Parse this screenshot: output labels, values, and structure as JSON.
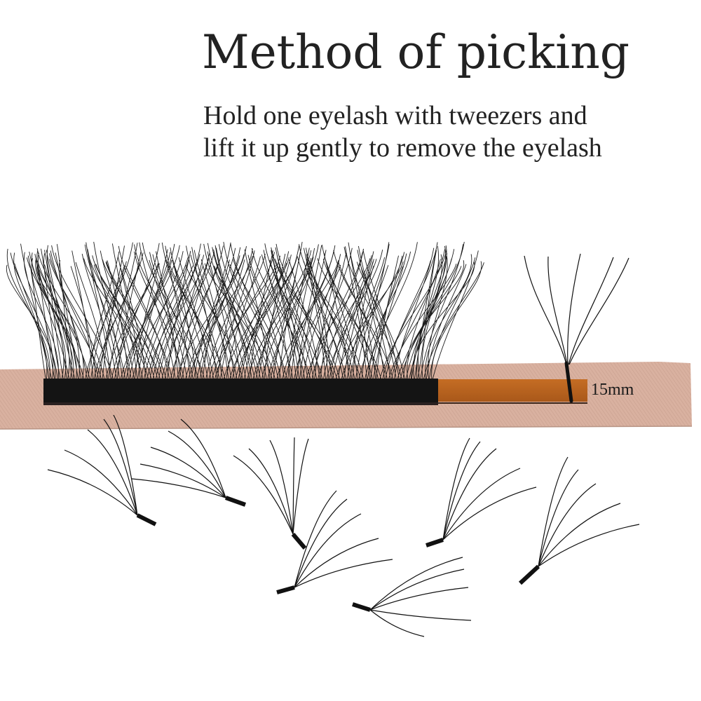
{
  "header": {
    "title": "Method of picking",
    "instruction_line_1": "Hold one eyelash with tweezers and",
    "instruction_line_2": "lift it up gently to remove the eyelash"
  },
  "product": {
    "lash_strip_label": "15mm",
    "colors": {
      "backing_card": "#d9b09e",
      "lash_base": "#141414",
      "tape_strip": "#b8621c",
      "lash_fiber": "#111111",
      "text": "#222222"
    }
  },
  "loose_fans": {
    "count": 8
  }
}
